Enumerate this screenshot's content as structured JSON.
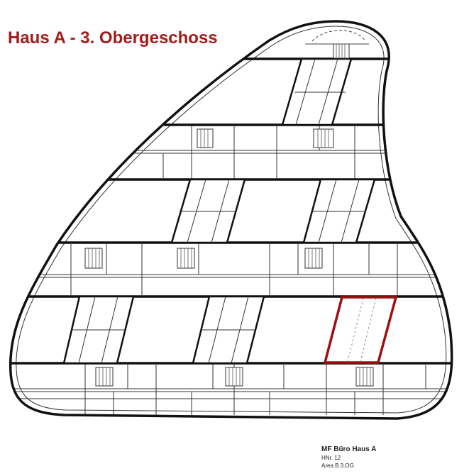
{
  "title": "Haus A - 3. Obergeschoss",
  "colors": {
    "title": "#a31b1b",
    "wall": "#111111",
    "highlight": "#9b1010",
    "detail": "#333333",
    "stairs": "#555555"
  },
  "legend": {
    "building": "MF Büro Haus A",
    "house_number": "HNr. 12",
    "area": "Area B 3.OG"
  }
}
